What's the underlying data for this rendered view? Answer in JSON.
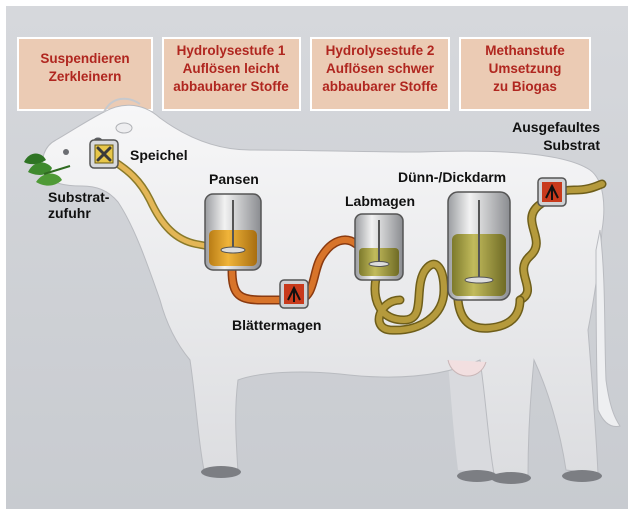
{
  "stages": [
    {
      "lines": [
        "Suspendieren",
        "Zerkleinern"
      ]
    },
    {
      "lines": [
        "Hydrolysestufe 1",
        "Auflösen leicht",
        "abbaubarer Stoffe"
      ]
    },
    {
      "lines": [
        "Hydrolysestufe 2",
        "Auflösen schwer",
        "abbaubarer Stoffe"
      ]
    },
    {
      "lines": [
        "Methanstufe",
        "Umsetzung",
        "zu Biogas"
      ]
    }
  ],
  "labels": {
    "speichel": "Speichel",
    "substrat_line1": "Substrat-",
    "substrat_line2": "zufuhr",
    "pansen": "Pansen",
    "blaettermagen": "Blättermagen",
    "labmagen": "Labmagen",
    "duenndarm": "Dünn-/Dickdarm",
    "ausgefault_line1": "Ausgefaultes",
    "ausgefault_line2": "Substrat"
  },
  "colors": {
    "background": "#cfd1d6",
    "stage_box": "#ebcbb4",
    "stage_text": "#b0261f",
    "cow_body": "#f3f3f5",
    "tube_orange": "#c8641e",
    "tube_olive": "#b59a3c",
    "tank_fill": "#e2a12a",
    "tank_fill_olive": "#a8a04a",
    "pump_red": "#c83a1c",
    "mixer_yellow": "#e7c64a",
    "plant_green": "#3f8a2e"
  },
  "icons": [
    "mixer-x-icon",
    "pump-icon",
    "leaf-icon",
    "stirrer-icon"
  ]
}
